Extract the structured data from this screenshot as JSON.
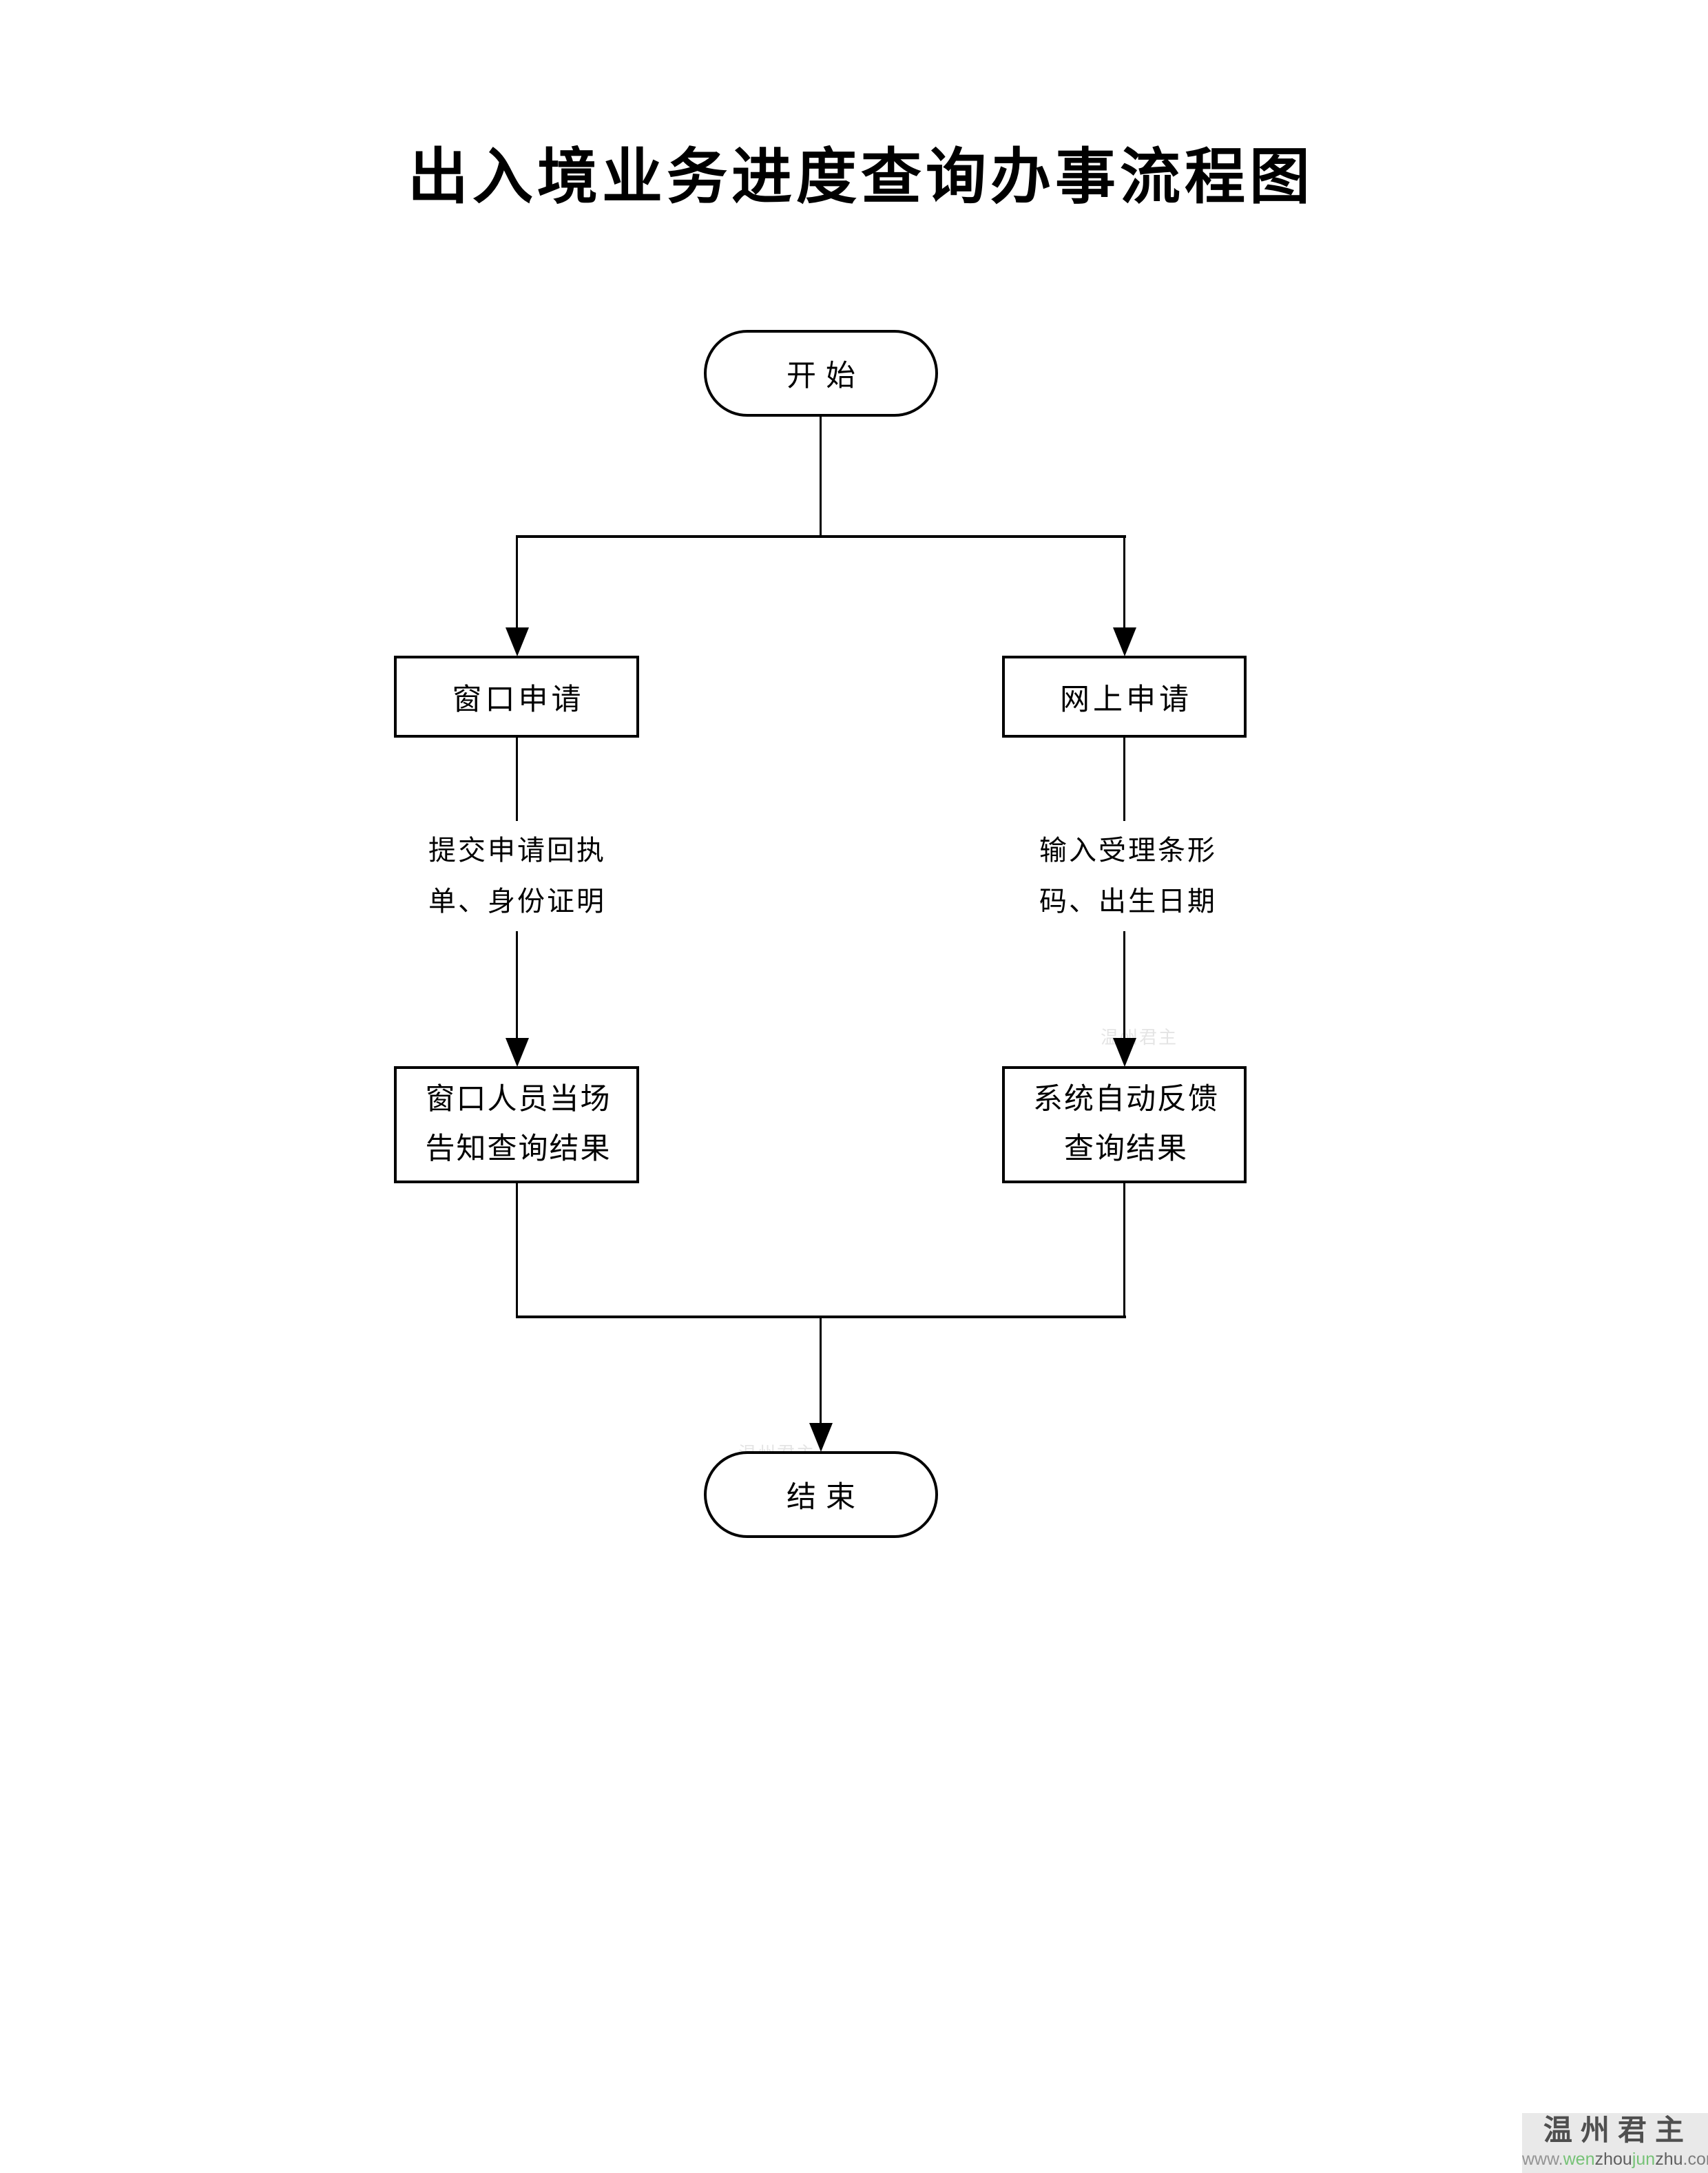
{
  "page": {
    "title": "出入境业务进度查询办事流程图",
    "background_color": "#ffffff",
    "line_color": "#000000"
  },
  "flowchart": {
    "nodes": {
      "start": {
        "type": "terminator",
        "label": "开始"
      },
      "window_apply": {
        "type": "process",
        "label": "窗口申请"
      },
      "online_apply": {
        "type": "process",
        "label": "网上申请"
      },
      "window_result": {
        "type": "process",
        "lines": [
          "窗口人员当场",
          "告知查询结果"
        ]
      },
      "online_result": {
        "type": "process",
        "lines": [
          "系统自动反馈",
          "查询结果"
        ]
      },
      "end": {
        "type": "terminator",
        "label": "结束"
      }
    },
    "edges": [
      {
        "from": "start",
        "to": "window_apply"
      },
      {
        "from": "start",
        "to": "online_apply"
      },
      {
        "from": "window_apply",
        "to": "window_result",
        "label_lines": [
          "提交申请回执",
          "单、身份证明"
        ]
      },
      {
        "from": "online_apply",
        "to": "online_result",
        "label_lines": [
          "输入受理条形",
          "码、出生日期"
        ]
      },
      {
        "from": "window_result",
        "to": "end"
      },
      {
        "from": "online_result",
        "to": "end"
      }
    ]
  },
  "watermark": {
    "brand": "温州君主",
    "brand_color": "#4f4f4f",
    "background": "#e9e9e9",
    "url_segments": [
      {
        "text": "www.",
        "color": "#949494"
      },
      {
        "text": "wen",
        "color": "#76c276"
      },
      {
        "text": "zhou",
        "color": "#5f5f5f"
      },
      {
        "text": "jun",
        "color": "#76c276"
      },
      {
        "text": "zhu",
        "color": "#5f5f5f"
      },
      {
        "text": ".com",
        "color": "#7d7d7d"
      }
    ]
  }
}
